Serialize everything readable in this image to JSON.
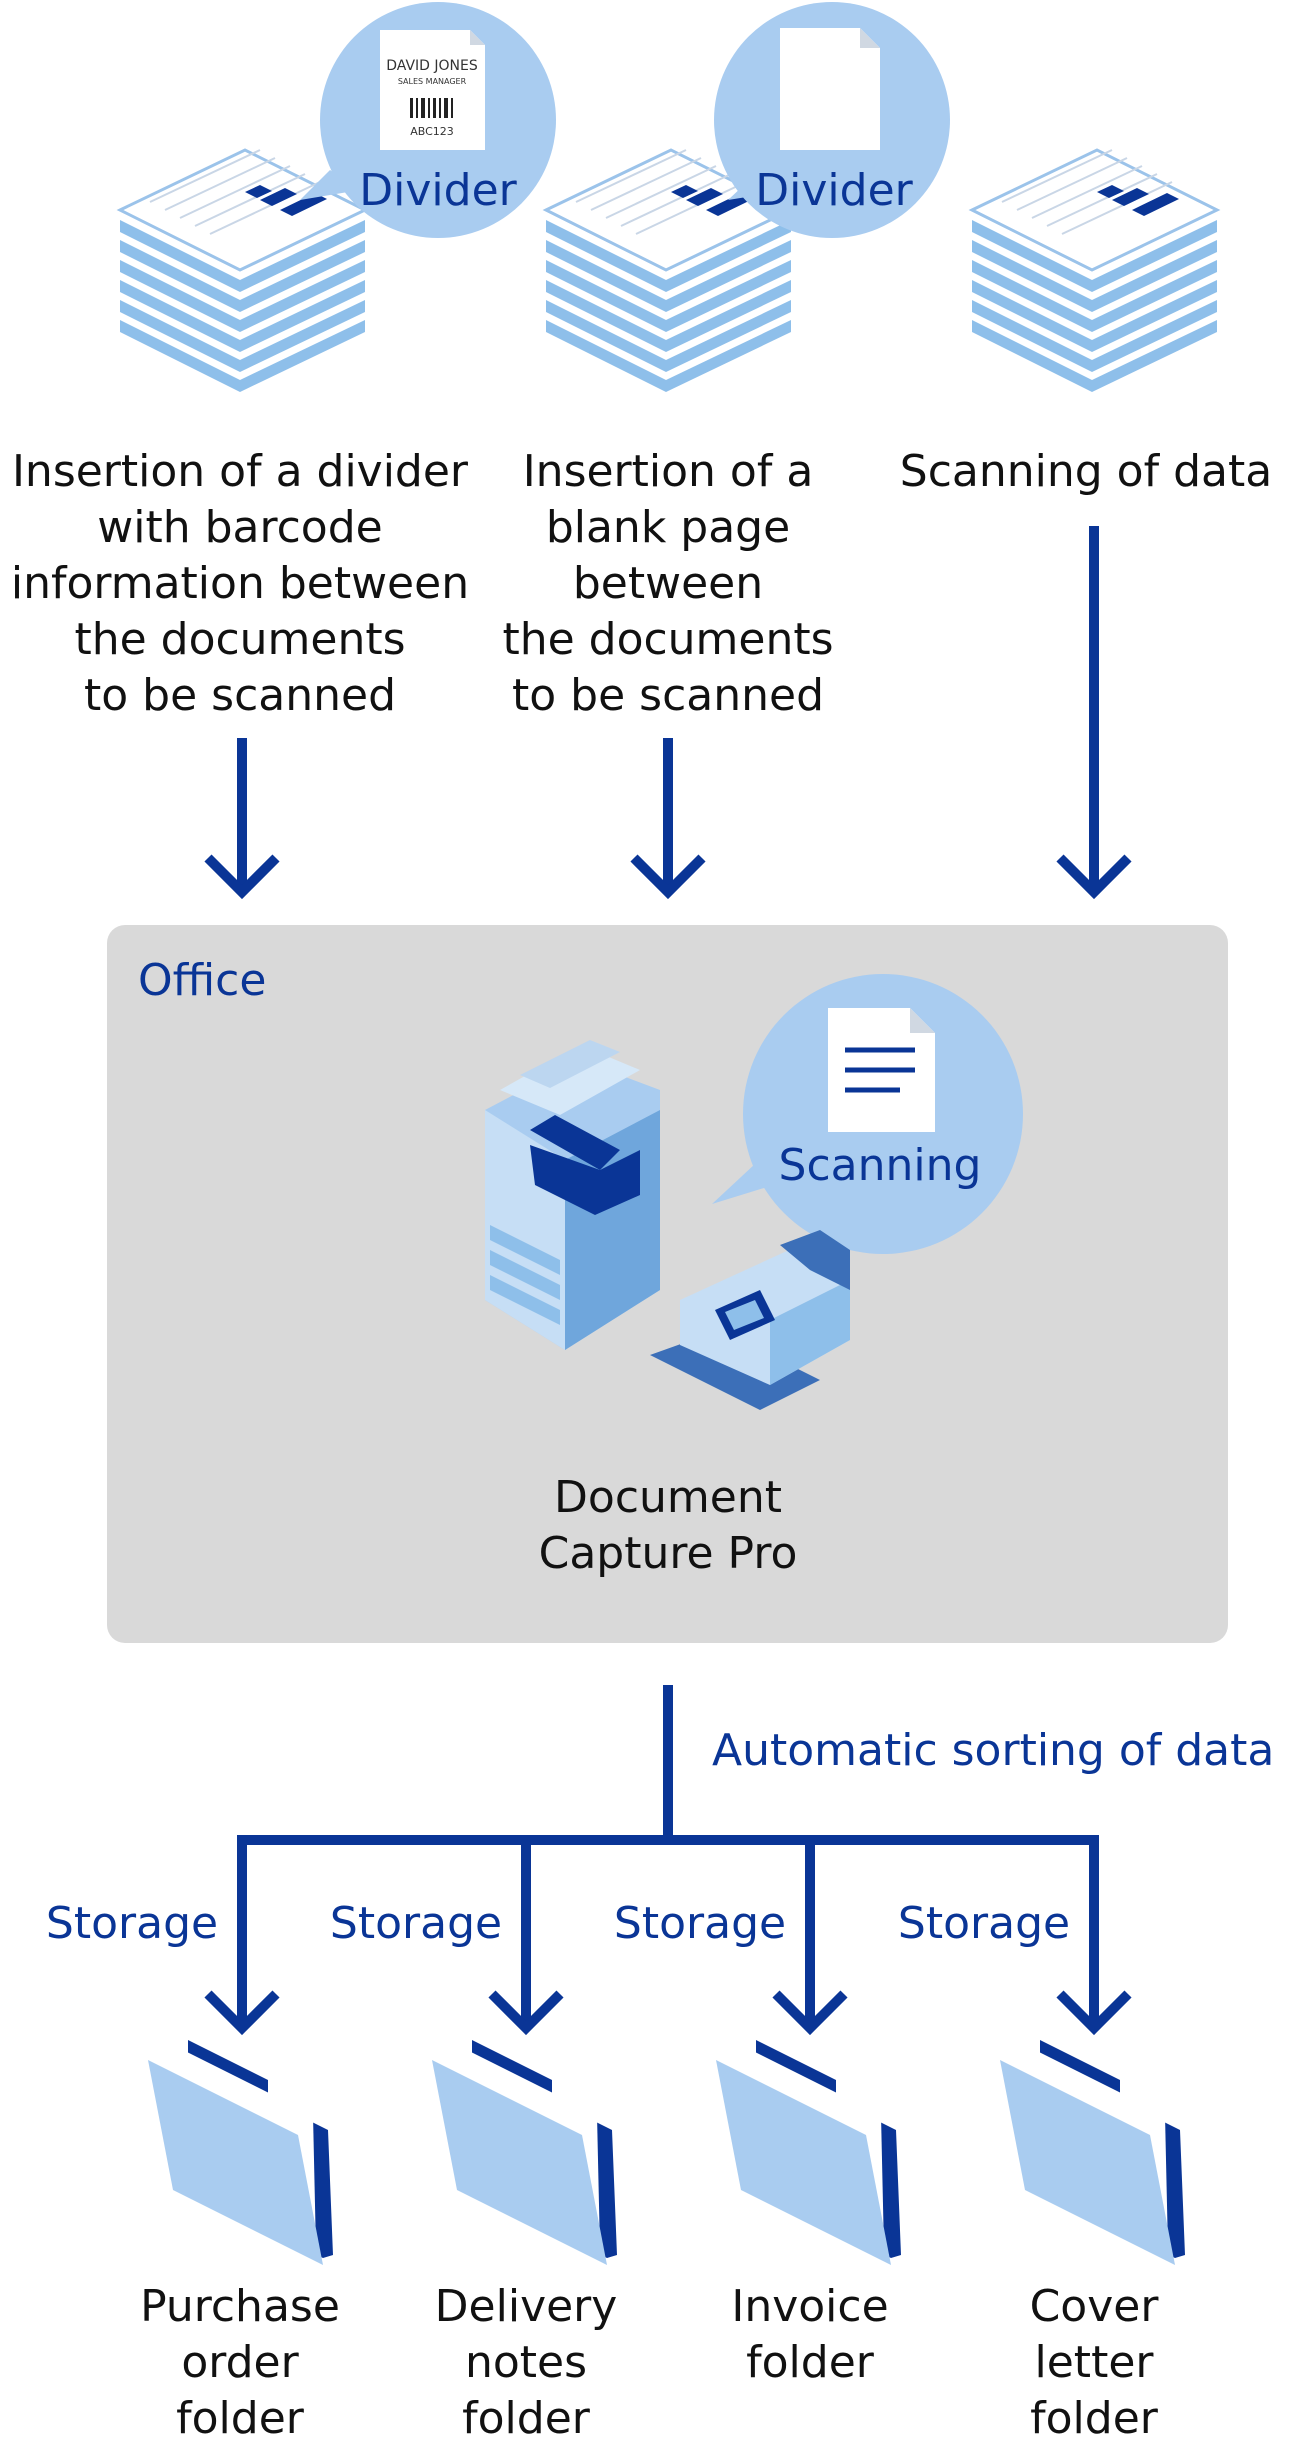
{
  "sources": [
    {
      "bubble_label": "Divider",
      "card_name": "DAVID JONES",
      "card_title": "SALES MANAGER",
      "card_code": "ABC123",
      "caption": [
        "Insertion of a divider",
        "with barcode",
        "information between",
        "the documents",
        "to be scanned"
      ]
    },
    {
      "bubble_label": "Divider",
      "caption": [
        "Insertion of a",
        "blank page",
        "between",
        "the documents",
        "to be scanned"
      ]
    },
    {
      "caption": [
        "Scanning of data"
      ]
    }
  ],
  "office": {
    "label": "Office",
    "bubble_label": "Scanning",
    "software_name": [
      "Document",
      "Capture Pro"
    ]
  },
  "sorting": {
    "label": "Automatic  sorting of data"
  },
  "outputs": [
    {
      "storage_label": "Storage",
      "folder_name": [
        "Purchase",
        "order",
        "folder"
      ]
    },
    {
      "storage_label": "Storage",
      "folder_name": [
        "Delivery",
        "notes",
        "folder"
      ]
    },
    {
      "storage_label": "Storage",
      "folder_name": [
        "Invoice",
        "folder"
      ]
    },
    {
      "storage_label": "Storage",
      "folder_name": [
        "Cover",
        "letter",
        "folder"
      ]
    }
  ],
  "colors": {
    "flow_blue": "#0a3596",
    "bubble_blue": "#a9ccf0",
    "paper_blue": "#8ebfea",
    "office_bg": "#d9d9d9",
    "text": "#111111"
  }
}
